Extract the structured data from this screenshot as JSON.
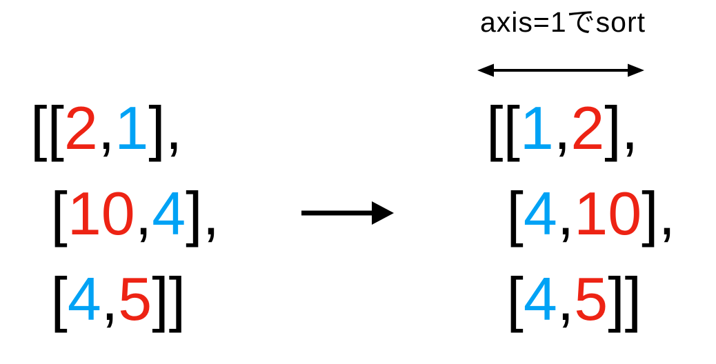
{
  "background": "#ffffff",
  "colors": {
    "red": "#ed2314",
    "blue": "#00a2f5",
    "black": "#000000"
  },
  "annotation": {
    "axis_label": "axis=1でsort"
  },
  "icons": {
    "transform_arrow": "right-arrow",
    "axis_extent_arrow": "double-headed-horizontal-arrow"
  },
  "left_matrix": {
    "value": [
      [
        2,
        1
      ],
      [
        10,
        4
      ],
      [
        4,
        5
      ]
    ],
    "rows": [
      {
        "tokens": [
          {
            "t": "[[",
            "color": "black"
          },
          {
            "t": "2",
            "color": "red"
          },
          {
            "t": ",",
            "color": "black"
          },
          {
            "t": "1",
            "color": "blue"
          },
          {
            "t": "],",
            "color": "black"
          }
        ]
      },
      {
        "tokens": [
          {
            "t": "[",
            "color": "black"
          },
          {
            "t": "10",
            "color": "red"
          },
          {
            "t": ",",
            "color": "black"
          },
          {
            "t": "4",
            "color": "blue"
          },
          {
            "t": "],",
            "color": "black"
          }
        ]
      },
      {
        "tokens": [
          {
            "t": "[",
            "color": "black"
          },
          {
            "t": "4",
            "color": "blue"
          },
          {
            "t": ",",
            "color": "black"
          },
          {
            "t": "5",
            "color": "red"
          },
          {
            "t": "]]",
            "color": "black"
          }
        ]
      }
    ]
  },
  "right_matrix": {
    "value": [
      [
        1,
        2
      ],
      [
        4,
        10
      ],
      [
        4,
        5
      ]
    ],
    "rows": [
      {
        "tokens": [
          {
            "t": "[[",
            "color": "black"
          },
          {
            "t": "1",
            "color": "blue"
          },
          {
            "t": ",",
            "color": "black"
          },
          {
            "t": "2",
            "color": "red"
          },
          {
            "t": "],",
            "color": "black"
          }
        ]
      },
      {
        "tokens": [
          {
            "t": "[",
            "color": "black"
          },
          {
            "t": "4",
            "color": "blue"
          },
          {
            "t": ",",
            "color": "black"
          },
          {
            "t": "10",
            "color": "red"
          },
          {
            "t": "],",
            "color": "black"
          }
        ]
      },
      {
        "tokens": [
          {
            "t": "[",
            "color": "black"
          },
          {
            "t": "4",
            "color": "blue"
          },
          {
            "t": ",",
            "color": "black"
          },
          {
            "t": "5",
            "color": "red"
          },
          {
            "t": "]]",
            "color": "black"
          }
        ]
      }
    ]
  }
}
